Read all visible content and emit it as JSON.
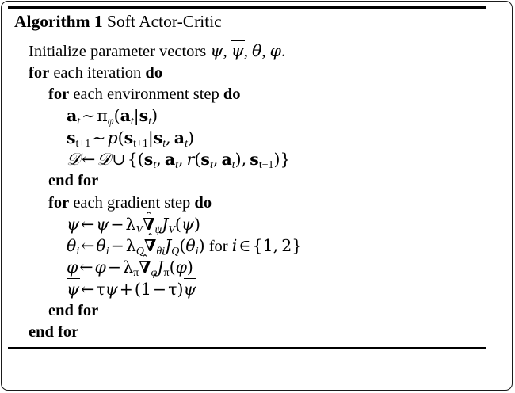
{
  "document": {
    "kind": "algorithm-pseudocode-block",
    "caption_label": "Algorithm 1",
    "caption_title": "Soft Actor-Critic",
    "rules": {
      "top": "thick",
      "under_caption": "thin",
      "bottom": "medium"
    }
  },
  "algorithm": {
    "lines": [
      {
        "id": "init",
        "indent": 0,
        "text": "Initialize parameter vectors ψ, ψ̄, θ, φ."
      },
      {
        "id": "for-iteration",
        "indent": 0,
        "text": "for each iteration do"
      },
      {
        "id": "for-env-step",
        "indent": 1,
        "text": "for each environment step do"
      },
      {
        "id": "sample-action",
        "indent": 2,
        "text": "a_t ∼ π_φ(a_t|s_t)"
      },
      {
        "id": "sample-next-state",
        "indent": 2,
        "text": "s_{t+1} ∼ p(s_{t+1}|s_t, a_t)"
      },
      {
        "id": "append-buffer",
        "indent": 2,
        "text": "D ← D ∪ {(s_t, a_t, r(s_t, a_t), s_{t+1})}"
      },
      {
        "id": "end-for-env-step",
        "indent": 1,
        "text": "end for"
      },
      {
        "id": "for-gradient-step",
        "indent": 1,
        "text": "for each gradient step do"
      },
      {
        "id": "update-psi",
        "indent": 2,
        "text": "ψ ← ψ − λ_V ∇̂_ψ J_V(ψ)"
      },
      {
        "id": "update-theta",
        "indent": 2,
        "text": "θ_i ← θ_i − λ_Q ∇̂_{θ_i} J_Q(θ_i) for i ∈ {1, 2}"
      },
      {
        "id": "update-phi",
        "indent": 2,
        "text": "φ ← φ − λ_π ∇̂_φ J_π(φ)"
      },
      {
        "id": "update-target-psi",
        "indent": 2,
        "text": "ψ̄ ← τψ + (1 − τ)ψ̄"
      },
      {
        "id": "end-for-gradient-step",
        "indent": 1,
        "text": "end for"
      },
      {
        "id": "end-for-iteration",
        "indent": 0,
        "text": "end for"
      }
    ],
    "keywords": {
      "for": "for",
      "do": "do",
      "end_for": "end for",
      "each_iteration": "each iteration",
      "each_environment_step": "each environment step",
      "each_gradient_step": "each gradient step",
      "initialize_prefix": "Initialize parameter vectors",
      "for_i_in": "for",
      "period": "."
    },
    "symbols": {
      "psi": "ψ",
      "theta": "θ",
      "phi": "φ",
      "tau": "τ",
      "pi": "π",
      "lambda": "λ",
      "nabla": "∇",
      "hat": "ˆ",
      "sim": "∼",
      "leftarrow": "←",
      "cup": "∪",
      "in": "∈",
      "minus": "−",
      "plus": "+",
      "comma": ",",
      "mid": "|",
      "D": "𝒟",
      "J": "J",
      "p": "p",
      "r": "r",
      "a": "a",
      "s": "s",
      "t": "t",
      "i": "i",
      "V": "V",
      "Q": "Q",
      "one": "1",
      "two": "2",
      "t_plus_1": "t+1"
    }
  },
  "colors": {
    "text": "#000000",
    "background": "#ffffff",
    "rule": "#000000",
    "frame": "#1a1a1a"
  }
}
